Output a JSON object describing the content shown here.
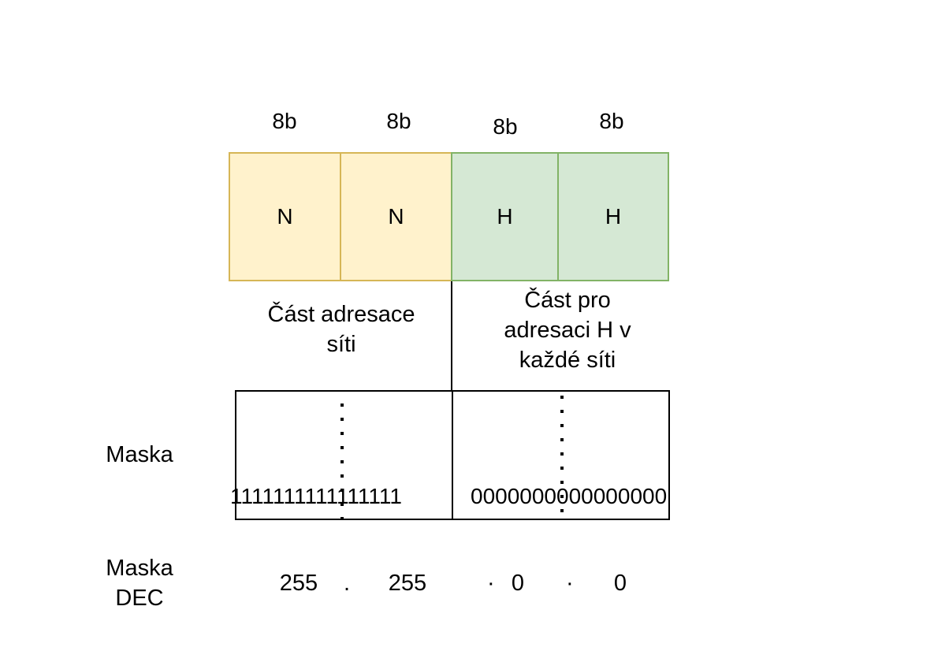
{
  "colors": {
    "network_fill": "#fff2cc",
    "network_stroke": "#d6b656",
    "host_fill": "#d5e8d4",
    "host_stroke": "#82b366",
    "line": "#000000"
  },
  "octets": [
    {
      "bits": "8b",
      "part": "N",
      "kind": "network"
    },
    {
      "bits": "8b",
      "part": "N",
      "kind": "network"
    },
    {
      "bits": "8b",
      "part": "H",
      "kind": "host"
    },
    {
      "bits": "8b",
      "part": "H",
      "kind": "host"
    }
  ],
  "captions": {
    "network": "Část adresace\nsíti",
    "host": "Část pro\nadresaci H v\nkaždé síti"
  },
  "mask": {
    "label": "Maska",
    "network_bits": "1111111111111111",
    "host_bits": "0000000000000000"
  },
  "mask_dec": {
    "label": "Maska\nDEC",
    "values": [
      "255",
      "255",
      "0",
      "0"
    ],
    "separators": [
      ".",
      "·",
      "·"
    ]
  }
}
